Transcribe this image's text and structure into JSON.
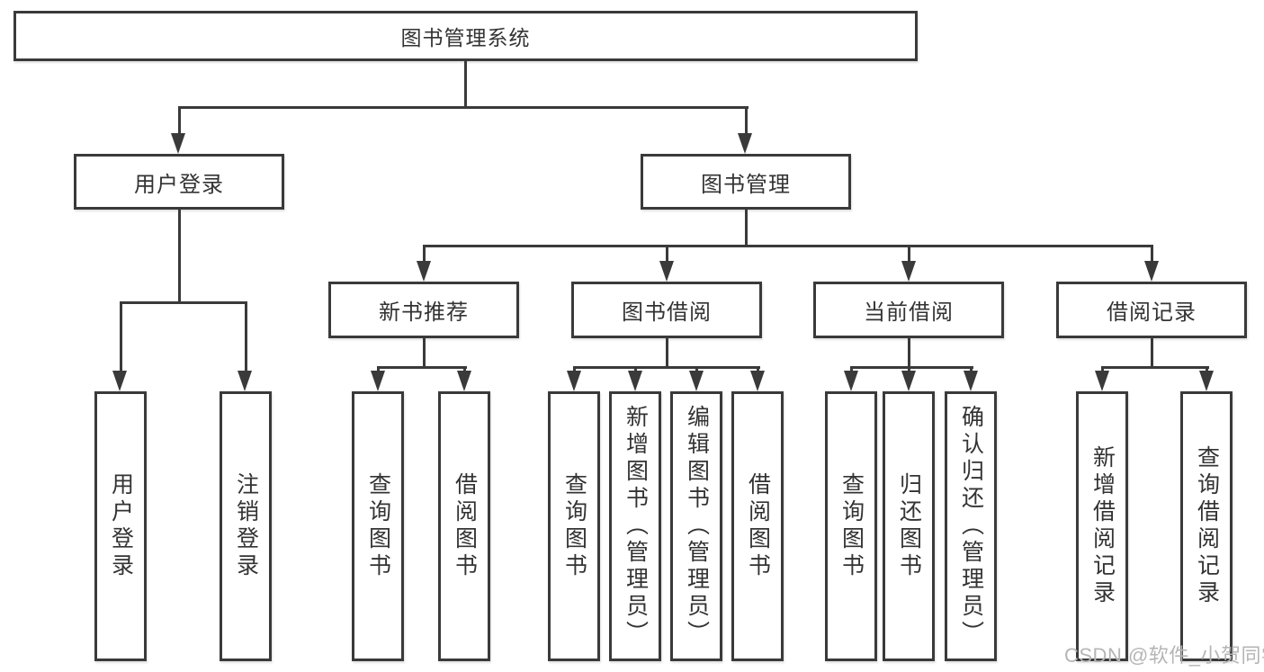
{
  "diagram": {
    "title": "图书管理系统",
    "level2": [
      {
        "label": "用户登录",
        "parent": "图书管理系统"
      },
      {
        "label": "图书管理",
        "parent": "图书管理系统"
      }
    ],
    "level3": [
      {
        "label": "新书推荐",
        "parent": "图书管理"
      },
      {
        "label": "图书借阅",
        "parent": "图书管理"
      },
      {
        "label": "当前借阅",
        "parent": "图书管理"
      },
      {
        "label": "借阅记录",
        "parent": "图书管理"
      }
    ],
    "leaves": [
      {
        "label": "用户登录",
        "parent": "用户登录"
      },
      {
        "label": "注销登录",
        "parent": "用户登录"
      },
      {
        "label": "查询图书",
        "parent": "新书推荐"
      },
      {
        "label": "借阅图书",
        "parent": "新书推荐"
      },
      {
        "label": "查询图书",
        "parent": "图书借阅"
      },
      {
        "label": "新增图书（管理员）",
        "parent": "图书借阅"
      },
      {
        "label": "编辑图书（管理员）",
        "parent": "图书借阅"
      },
      {
        "label": "借阅图书",
        "parent": "图书借阅"
      },
      {
        "label": "查询图书",
        "parent": "当前借阅"
      },
      {
        "label": "归还图书",
        "parent": "当前借阅"
      },
      {
        "label": "确认归还（管理员）",
        "parent": "当前借阅"
      },
      {
        "label": "新增借阅记录",
        "parent": "借阅记录"
      },
      {
        "label": "查询借阅记录",
        "parent": "借阅记录"
      }
    ],
    "colors": {
      "line": "#3a3a3a",
      "text": "#333333",
      "background": "#ffffff",
      "watermark_text": "#b5b5b5"
    }
  },
  "watermark": {
    "text": "CSDN @软件_小贺同学"
  }
}
